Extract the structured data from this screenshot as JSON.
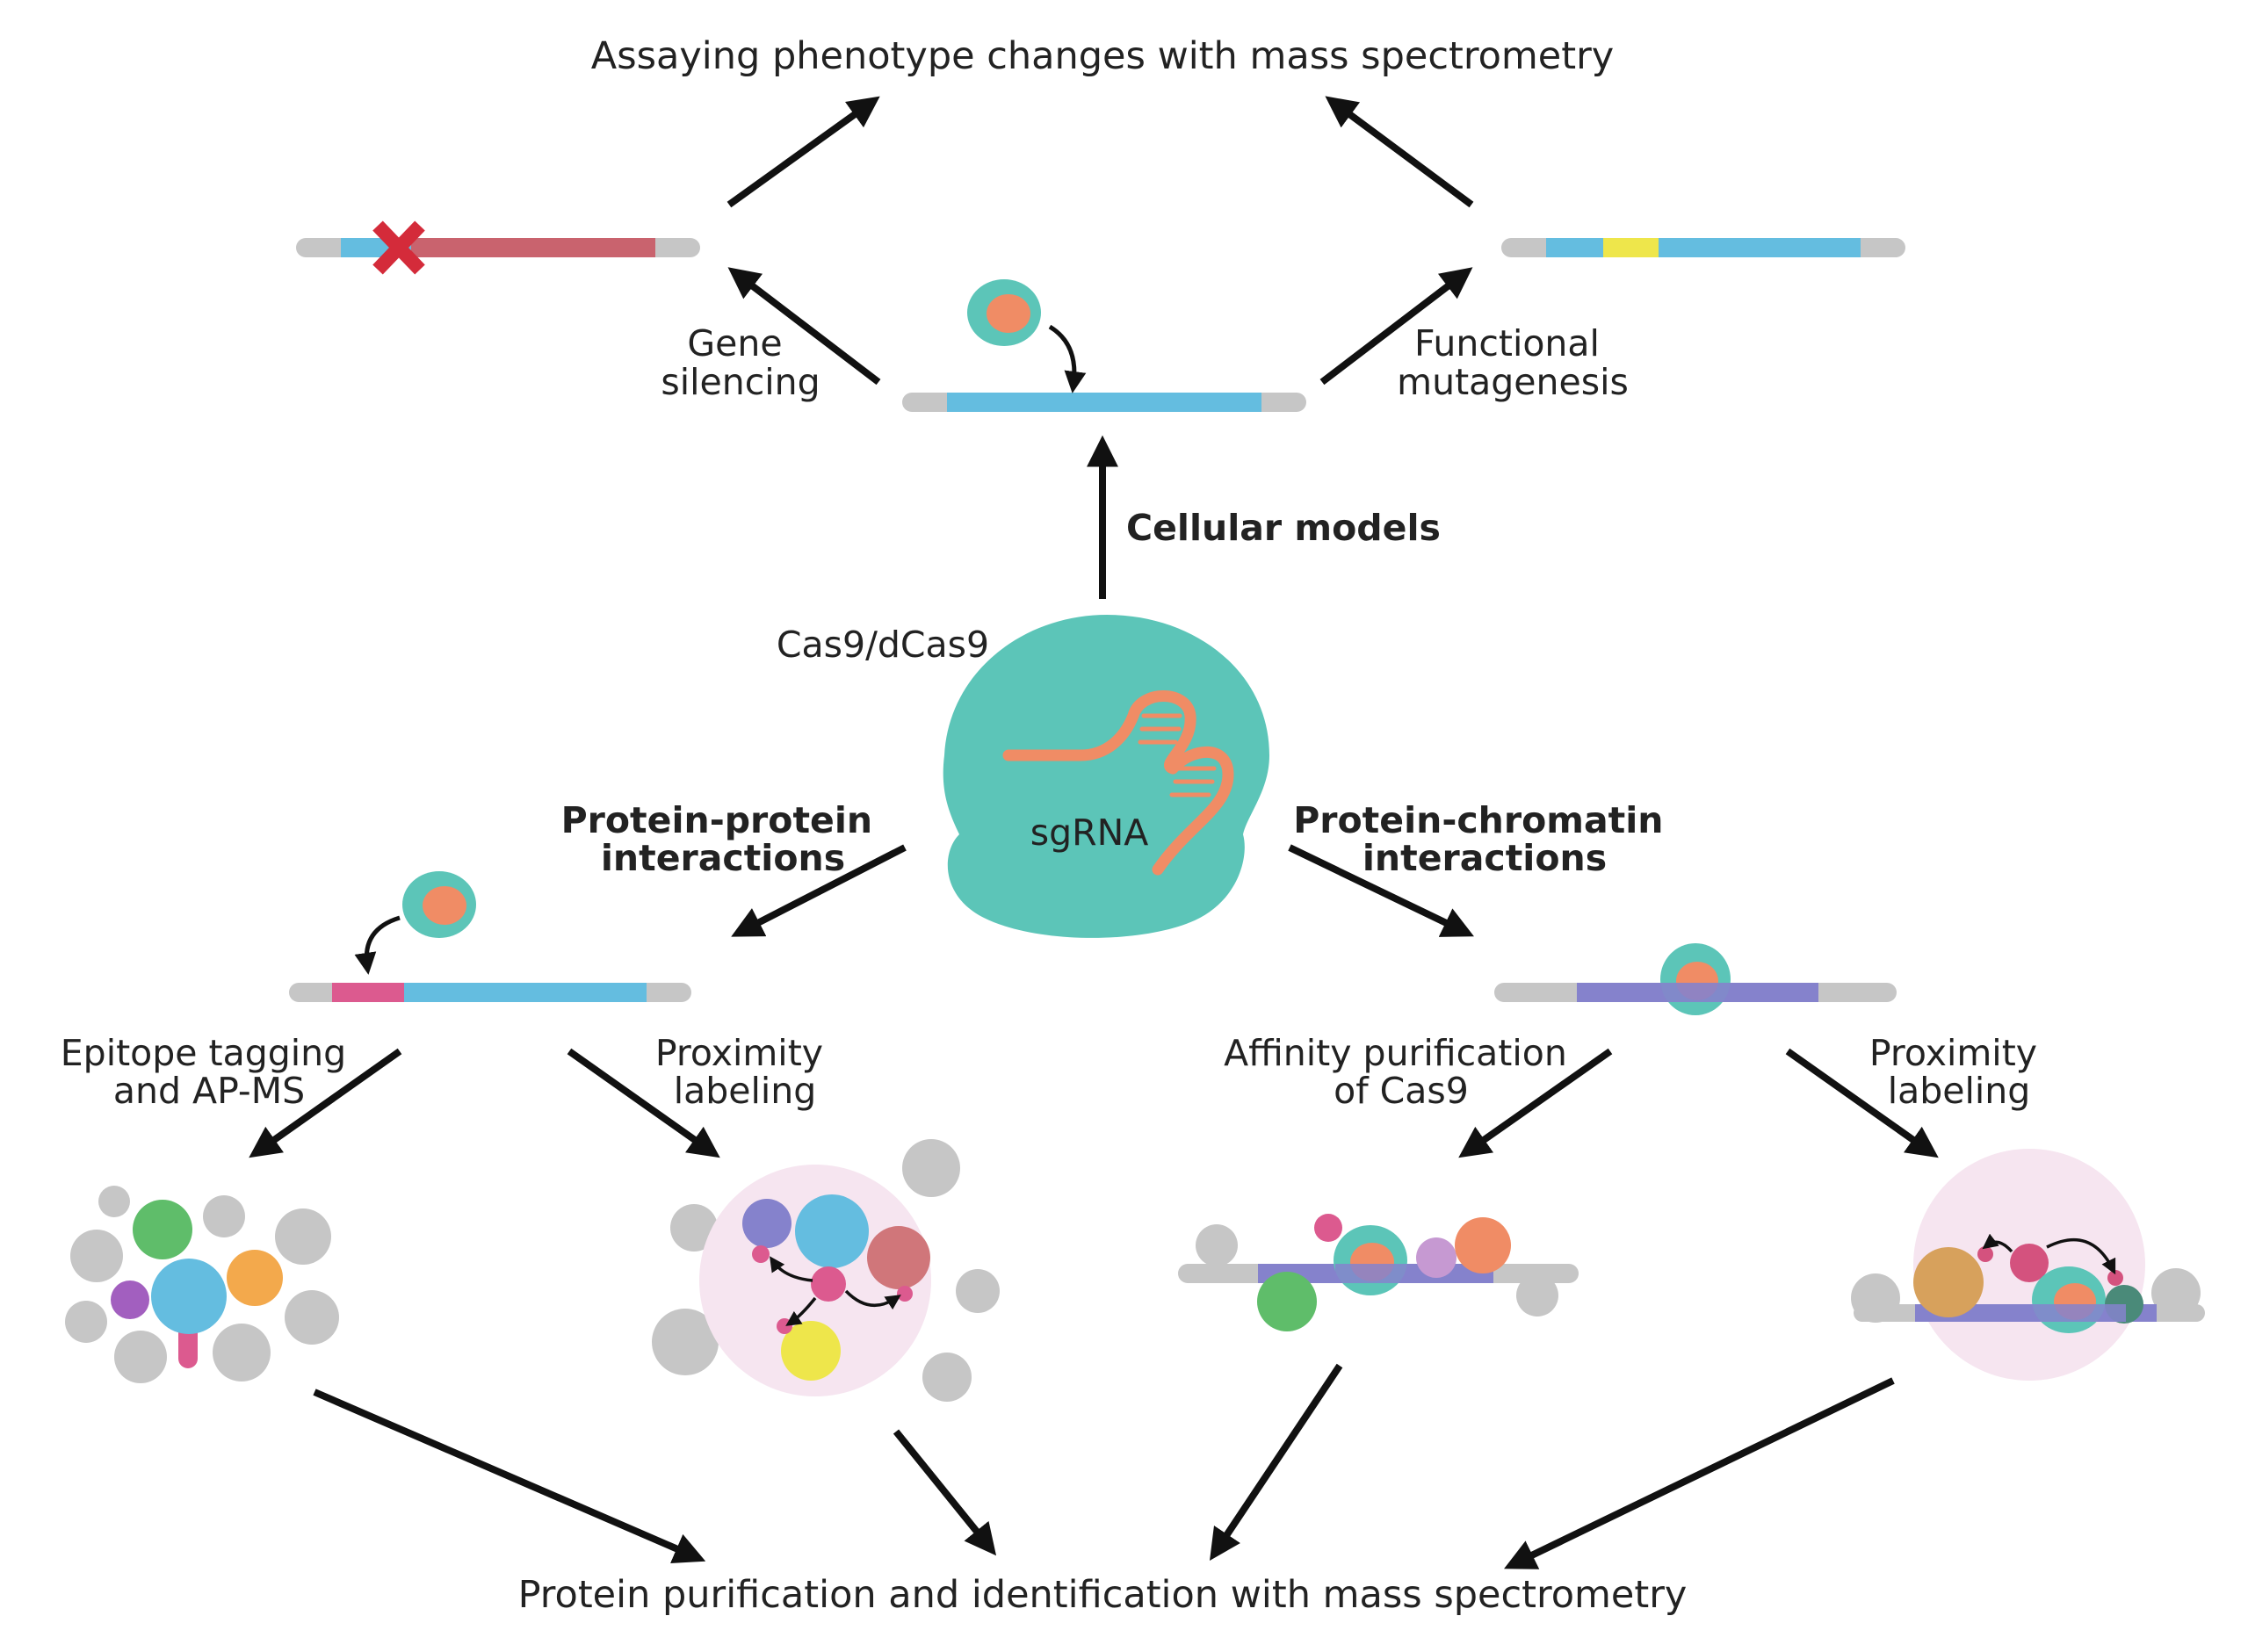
{
  "labels": {
    "top_title": "Assaying phenotype changes with mass spectrometry",
    "gene_silencing": [
      "Gene",
      "silencing"
    ],
    "functional_mutagenesis": [
      "Functional",
      "mutagenesis"
    ],
    "cellular_models": "Cellular models",
    "cas9": "Cas9/dCas9",
    "sgrna": "sgRNA",
    "ppi": [
      "Protein-protein",
      "interactions"
    ],
    "pci": [
      "Protein-chromatin",
      "interactions"
    ],
    "epitope": [
      "Epitope tagging",
      "and AP-MS"
    ],
    "proximity_left": [
      "Proximity",
      "labeling"
    ],
    "affinity": [
      "Affinity purification",
      "of Cas9"
    ],
    "proximity_right": [
      "Proximity",
      "labeling"
    ],
    "bottom_title": "Protein purification and identification with mass spectrometry"
  },
  "colors": {
    "teal": "#5cc5b8",
    "orange": "#f08c65",
    "blue": "#64bde0",
    "gray": "#c6c6c6",
    "red_bar": "#c9636e",
    "x_mark": "#d42b3a",
    "yellow": "#eee64b",
    "pink_tag": "#dc5a8f",
    "purple": "#8582cc",
    "green": "#5fbd6a",
    "gold": "#f3a94c",
    "violet": "#a25fbf",
    "mauve": "#d0767a",
    "soft_pink": "#f6e5f0",
    "lavender": "#c699d2",
    "tan": "#d7a15c",
    "dark_teal": "#4a8a79",
    "magenta": "#d4527e",
    "arrow": "#111111"
  }
}
